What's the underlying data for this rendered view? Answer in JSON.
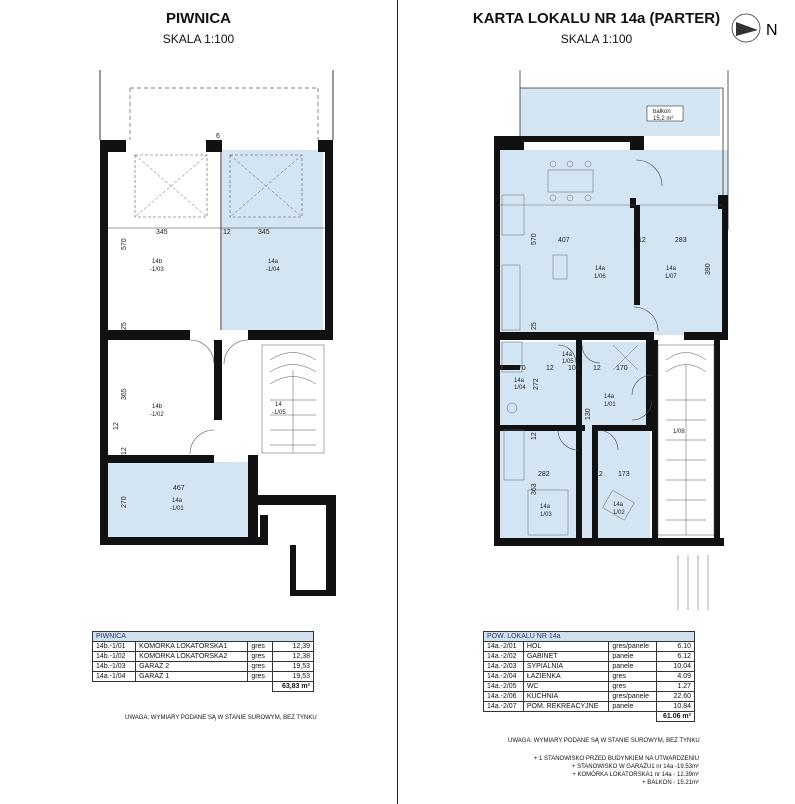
{
  "left": {
    "title": "PIWNICA",
    "subtitle": "SKALA 1:100",
    "labels": {
      "r1_id": "14b",
      "r1_no": "-1/03",
      "r2_id": "14a",
      "r2_no": "-1/04",
      "r3_id": "14b",
      "r3_no": "-1/02",
      "r4_id": "14",
      "r4_no": "-1/05",
      "r5_id": "14a",
      "r5_no": "-1/01"
    },
    "dims": {
      "d345a": "345",
      "d12a": "12",
      "d345b": "345",
      "d570": "570",
      "d25": "25",
      "d365": "365",
      "d467": "467",
      "d270": "270",
      "d12b": "12",
      "d6": "6",
      "d12c": "12"
    },
    "table": {
      "header": "PIWNICA",
      "rows": [
        [
          "14b.-1/01",
          "KOMÓRKA LOKATORSKA1",
          "gres",
          "12,39"
        ],
        [
          "14b.-1/02",
          "KOMÓRKA LOKATORSKA2",
          "gres",
          "12,38"
        ],
        [
          "14b.-1/03",
          "GARAŻ 2",
          "gres",
          "19,53"
        ],
        [
          "14a.-1/04",
          "GARAŻ 1",
          "gres",
          "19,53"
        ]
      ],
      "total": "63,83 m²"
    },
    "note": "UWAGA: WYMIARY PODANE SĄ W STANIE SUROWYM, BEZ TYNKU"
  },
  "right": {
    "title": "KARTA LOKALU NR 14a (PARTER)",
    "subtitle": "SKALA 1:100",
    "north": "N",
    "balkon": {
      "name": "balkon",
      "area": "15,2 m²"
    },
    "labels": {
      "k_id": "14a",
      "k_no": "1/06",
      "g_id": "14a",
      "g_no": "1/07",
      "wc_id": "14a",
      "wc_no": "1/05",
      "l_id": "14a",
      "l_no": "1/04",
      "h_id": "14a",
      "h_no": "1/01",
      "s_id": "14a",
      "s_no": "1/03",
      "p_id": "14a",
      "p_no": "1/02",
      "st_no": "1/08"
    },
    "dims": {
      "d407": "407",
      "d12a": "12",
      "d283": "283",
      "d570": "570",
      "d390": "390",
      "d25": "25",
      "d170a": "170",
      "d12b": "12",
      "d103": "103",
      "d12c": "12",
      "d170b": "170",
      "d272": "272",
      "d130": "130",
      "d282": "282",
      "d12d": "12",
      "d173": "173",
      "d363": "363",
      "d12e": "12"
    },
    "table": {
      "header": "POW. LOKALU NR 14a",
      "rows": [
        [
          "14a.-2/01",
          "HOL",
          "gres/panele",
          "6.10"
        ],
        [
          "14a.-2/02",
          "GABINET",
          "panele",
          "6.12"
        ],
        [
          "14a.-2/03",
          "SYPIALNIA",
          "panele",
          "10.04"
        ],
        [
          "14a.-2/04",
          "ŁAZIENKA",
          "gres",
          "4.09"
        ],
        [
          "14a.-2/05",
          "WC",
          "gres",
          "1.27"
        ],
        [
          "14a.-2/06",
          "KUCHNIA",
          "gres/panele",
          "22.60"
        ],
        [
          "14a.-2/07",
          "POM. REKREACYJNE",
          "panele",
          "10.84"
        ]
      ],
      "total": "61.06 m²"
    },
    "note": "UWAGA: WYMIARY PODANE SĄ W STANIE SUROWYM, BEZ TYNKU",
    "extras": [
      "+ 1 STANOWISKO PRZED BUDYNKIEM NA UTWARDZENIU",
      "+ STANOWISKO W GARAŻU1 nr 14a -19.53m²",
      "+ KOMÓRKA LOKATORSKA1 nr 14a - 12.39m²",
      "+ BALKON - 15.21m²"
    ]
  },
  "colors": {
    "room_fill": "#d3e5f3",
    "wall": "#111111",
    "table_header": "#cfe0ee"
  }
}
